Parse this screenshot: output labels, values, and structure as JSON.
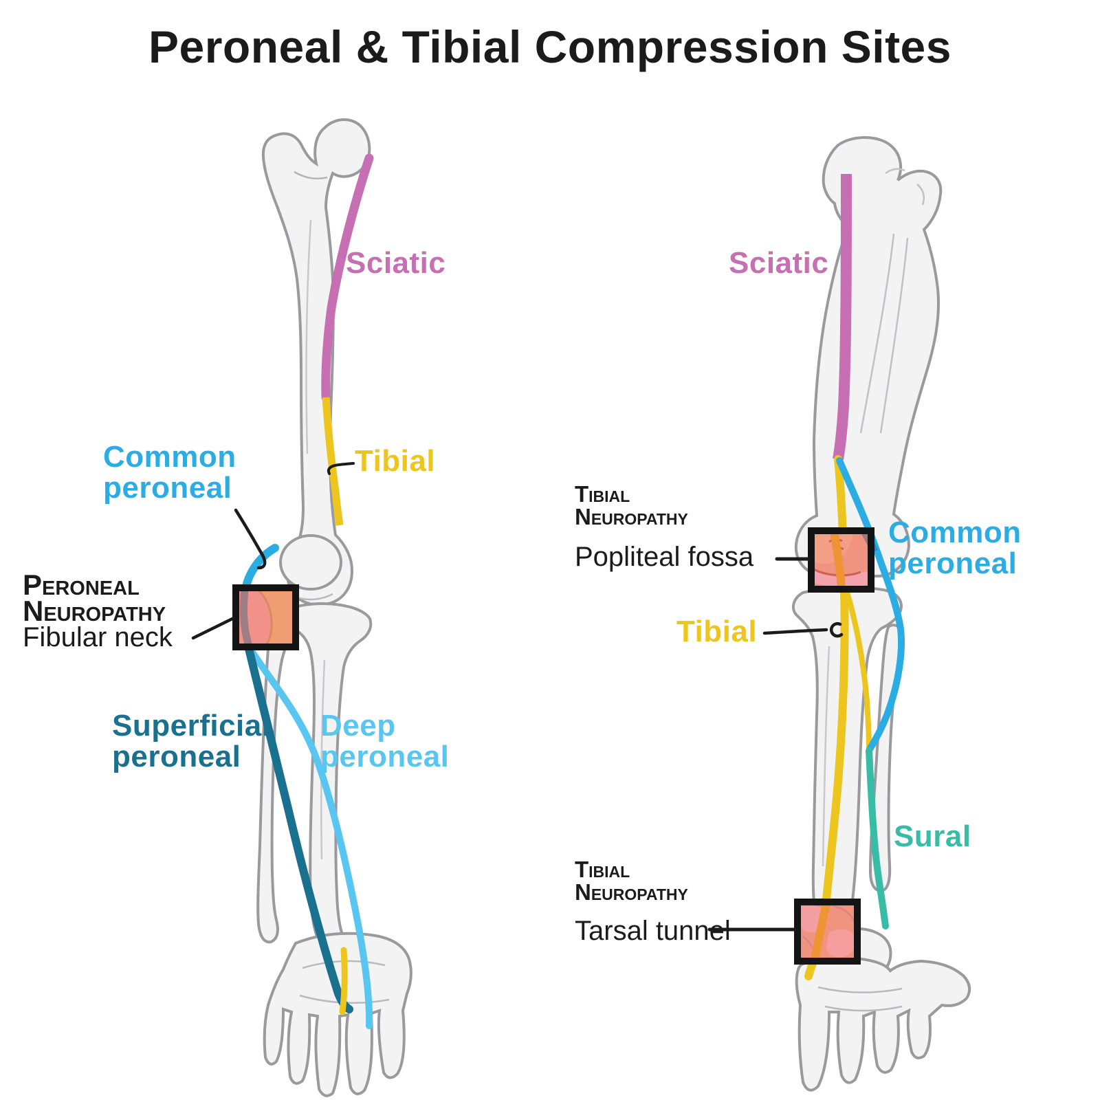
{
  "title": "Peroneal & Tibial Compression Sites",
  "colors": {
    "ink": "#1b1b1b",
    "sciatic": "#c76fb3",
    "tibial": "#ecc51f",
    "common_peroneal": "#2bace2",
    "deep_peroneal": "#58c6f0",
    "superficial_peroneal": "#19708f",
    "sural": "#38bca5",
    "nerve_highlight_orange": "#ee9434",
    "box_fill": "#f0937f",
    "box_border": "#141414",
    "bone_fill": "#f3f3f4",
    "bone_outline": "#9a9a9e"
  },
  "left_leg": {
    "labels": {
      "sciatic": "Sciatic",
      "common_peroneal_1": "Common",
      "common_peroneal_2": "peroneal",
      "tibial": "Tibial",
      "superficial_peroneal_1": "Superficial",
      "superficial_peroneal_2": "peroneal",
      "deep_peroneal_1": "Deep",
      "deep_peroneal_2": "peroneal"
    },
    "compression_site": {
      "condition_1": "Peroneal",
      "condition_2": "Neuropathy",
      "site": "Fibular neck"
    }
  },
  "right_leg": {
    "labels": {
      "sciatic": "Sciatic",
      "common_peroneal_1": "Common",
      "common_peroneal_2": "peroneal",
      "tibial": "Tibial",
      "sural": "Sural"
    },
    "compression_site_knee": {
      "condition_1": "Tibial",
      "condition_2": "Neuropathy",
      "site": "Popliteal fossa"
    },
    "compression_site_ankle": {
      "condition_1": "Tibial",
      "condition_2": "Neuropathy",
      "site": "Tarsal tunnel"
    }
  }
}
